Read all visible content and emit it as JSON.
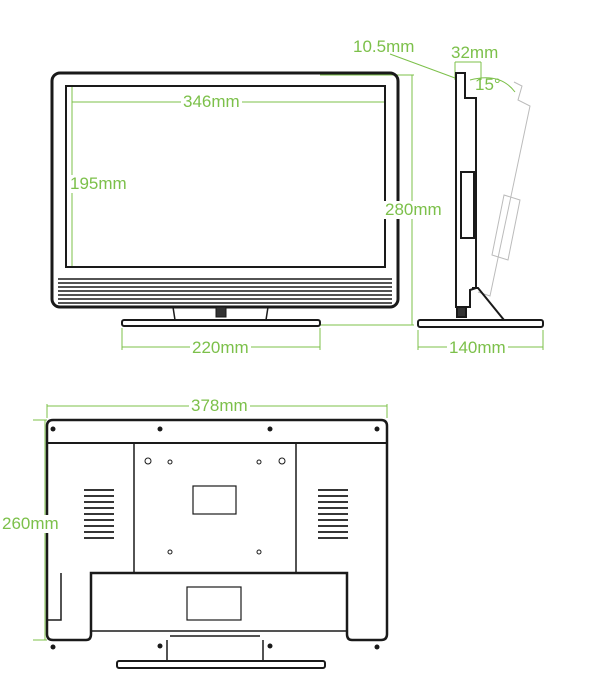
{
  "colors": {
    "dimension": "#7cc04a",
    "outline": "#1a1a1a",
    "ghost": "#bbbbbb"
  },
  "front_view": {
    "width_label": "346mm",
    "height_label": "195mm",
    "total_height_label": "280mm",
    "stand_label": "220mm"
  },
  "side_view": {
    "bezel_label": "10.5mm",
    "depth_label": "32mm",
    "tilt_label": "15°",
    "base_label": "140mm"
  },
  "back_view": {
    "width_label": "378mm",
    "height_label": "260mm"
  }
}
